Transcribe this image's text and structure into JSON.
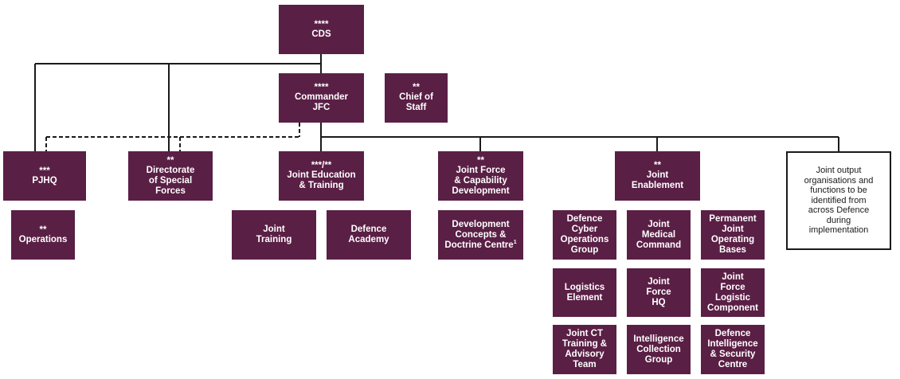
{
  "colors": {
    "box_fill": "#5a1f45",
    "box_text": "#ffffff",
    "line": "#1a1a1a"
  },
  "nodes": {
    "cds": {
      "stars": "****",
      "label": "CDS"
    },
    "commander": {
      "stars": "****",
      "label": "Commander\nJFC"
    },
    "chief_staff": {
      "stars": "**",
      "label": "Chief of\nStaff"
    },
    "pjhq": {
      "stars": "***",
      "label": "PJHQ"
    },
    "dsf": {
      "stars": "**",
      "label": "Directorate\nof Special\nForces"
    },
    "jet": {
      "stars": "***/**",
      "label": "Joint Education\n& Training"
    },
    "jfcd": {
      "stars": "**",
      "label": "Joint Force\n& Capability\nDevelopment"
    },
    "je": {
      "stars": "**",
      "label": "Joint\nEnablement"
    },
    "operations": {
      "stars": "**",
      "label": "Operations"
    },
    "joint_training": {
      "label": "Joint\nTraining"
    },
    "defence_academy": {
      "label": "Defence\nAcademy"
    },
    "dcdc": {
      "label": "Development\nConcepts &\nDoctrine Centre",
      "footnote": "1"
    },
    "cyber": {
      "label": "Defence\nCyber\nOperations\nGroup"
    },
    "medical": {
      "label": "Joint\nMedical\nCommand"
    },
    "pjob": {
      "label": "Permanent\nJoint\nOperating\nBases"
    },
    "logistics": {
      "label": "Logistics\nElement"
    },
    "jfhq": {
      "label": "Joint\nForce\nHQ"
    },
    "jflc": {
      "label": "Joint\nForce\nLogistic\nComponent"
    },
    "jct": {
      "label": "Joint CT\nTraining &\nAdvisory\nTeam"
    },
    "icg": {
      "label": "Intelligence\nCollection\nGroup"
    },
    "disc": {
      "label": "Defence\nIntelligence\n& Security\nCentre"
    }
  },
  "note": "Joint output\norganisations and\nfunctions to be\nidentified from\nacross Defence\nduring\nimplementation"
}
